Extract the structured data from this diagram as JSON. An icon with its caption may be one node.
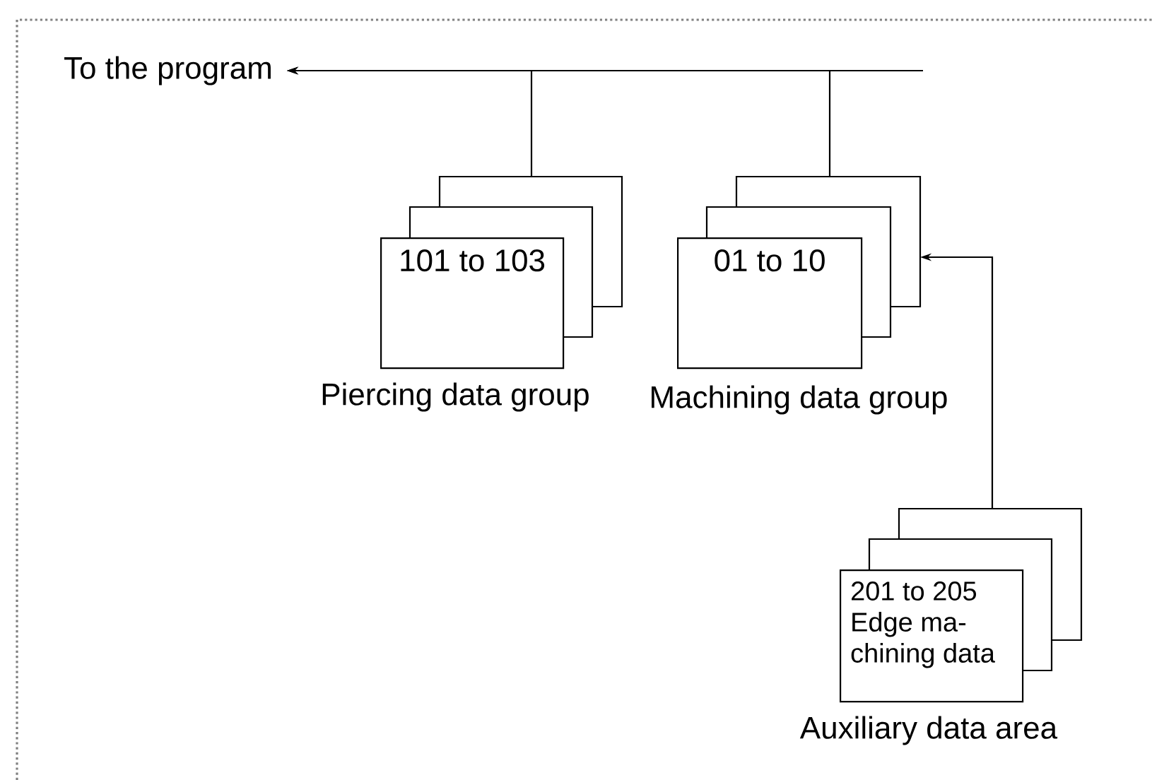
{
  "diagram": {
    "nodes": [
      {
        "text": [
          "To the program"
        ]
      },
      {
        "text": [
          "101 to 103"
        ],
        "beside": [
          "Piercing data group"
        ]
      },
      {
        "text": [
          "01 to 10"
        ],
        "beside": [
          "Machining data group"
        ]
      },
      {
        "text": [
          "201 to 205 Edge ma- chining data"
        ],
        "beside": [
          "Auxiliary data area"
        ]
      }
    ],
    "edges": [
      {
        "from": 1,
        "to": 0,
        "arrow": "to"
      },
      {
        "from": 2,
        "to": 0,
        "arrow": "to"
      },
      {
        "from": null,
        "to": 0,
        "arrow": "to"
      },
      {
        "from": 3,
        "to": 2,
        "arrow": "to"
      }
    ]
  }
}
